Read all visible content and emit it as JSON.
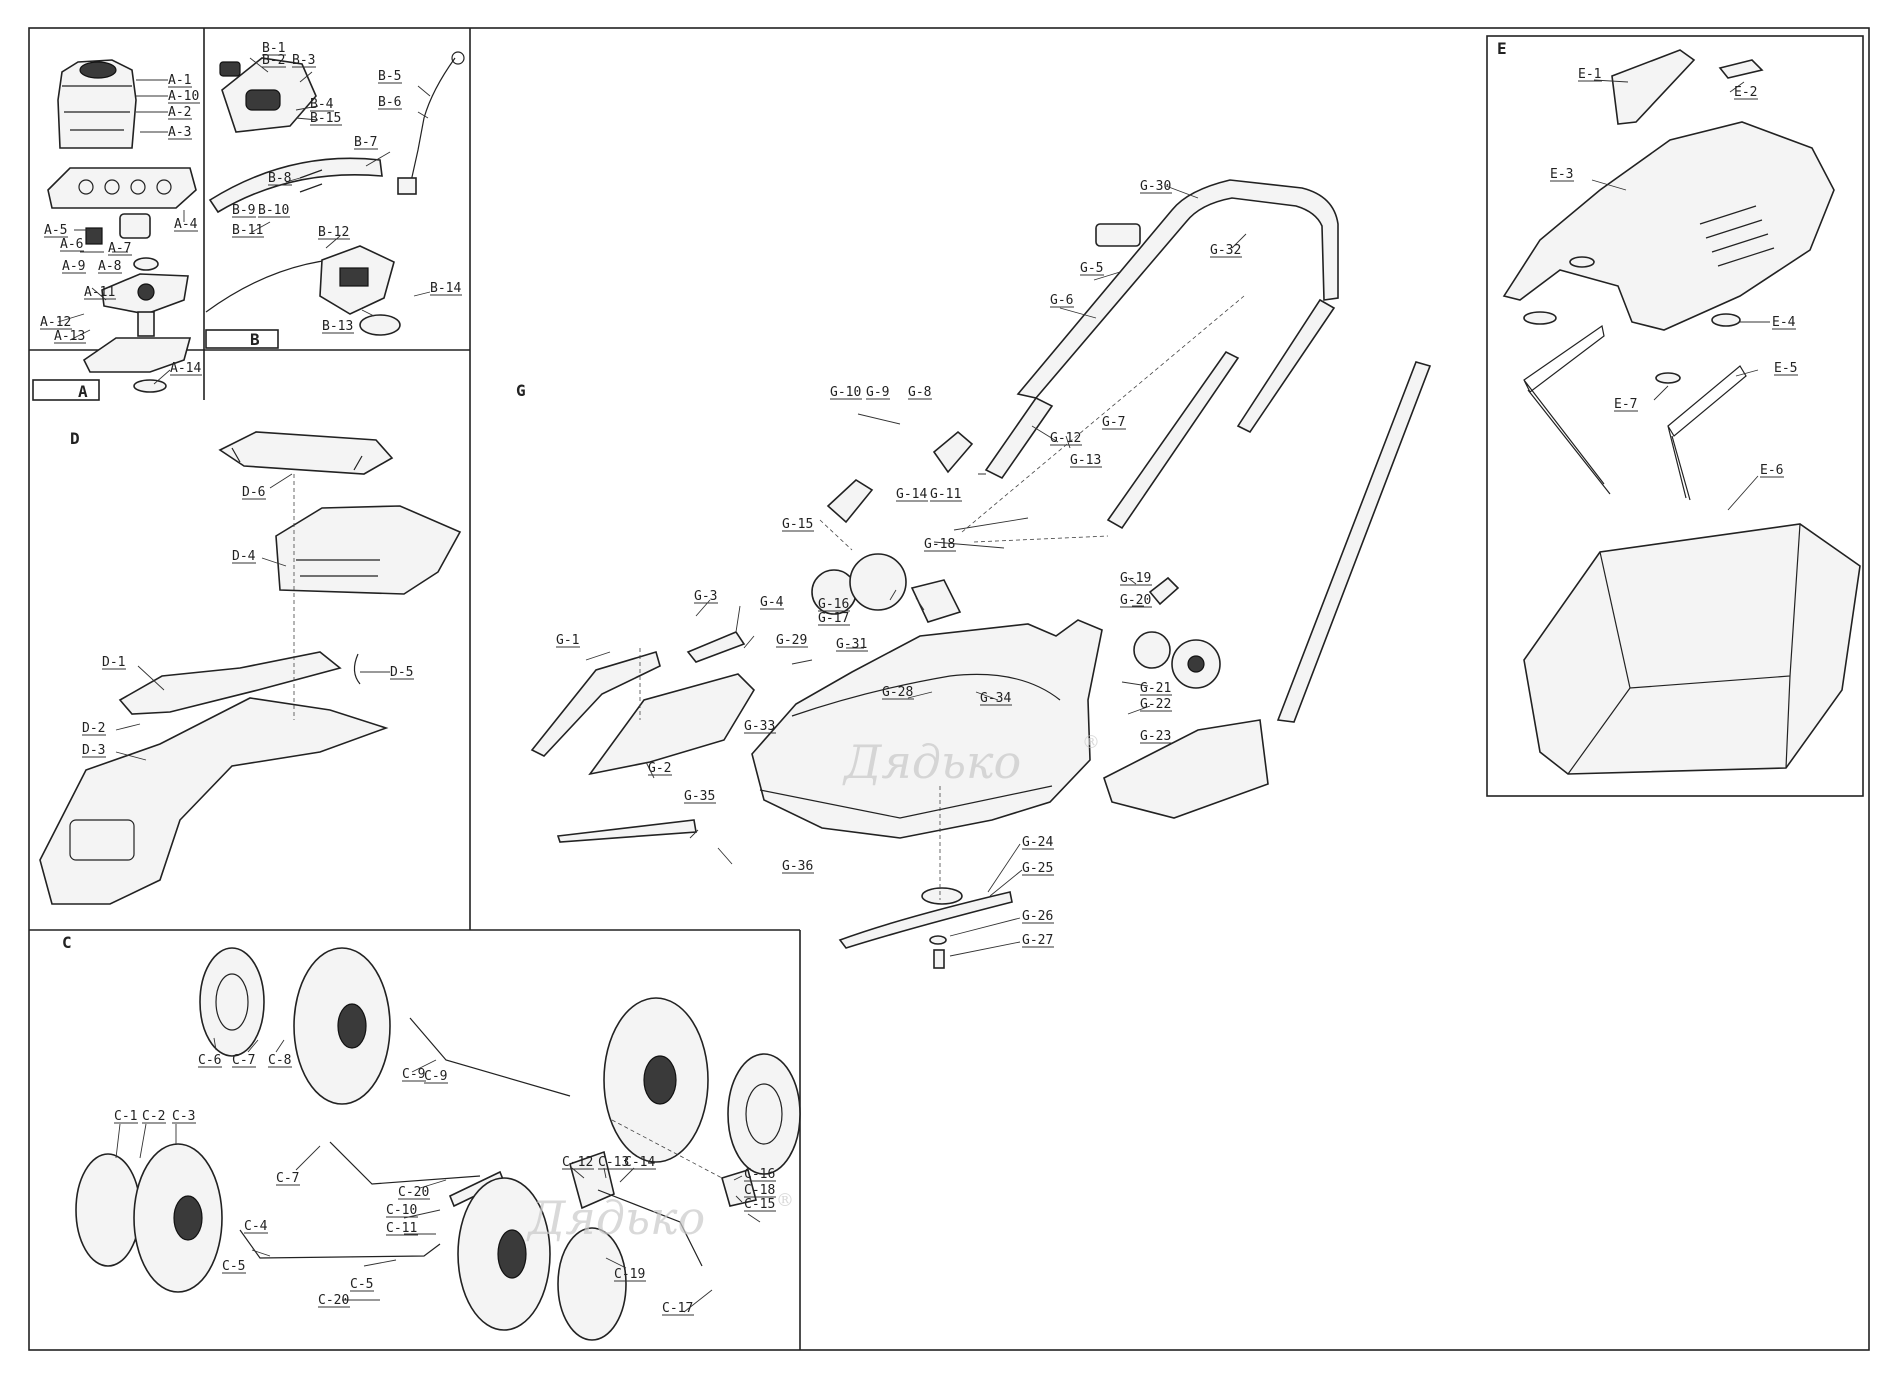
{
  "sections": {
    "A": "A",
    "B": "B",
    "C": "C",
    "D": "D",
    "E": "E",
    "G": "G"
  },
  "watermark": {
    "text": "Дядько",
    "mark": "®"
  },
  "labels_A": [
    "A-1",
    "A-10",
    "A-2",
    "A-3",
    "A-4",
    "A-5",
    "A-6",
    "A-7",
    "A-9",
    "A-8",
    "A-11",
    "A-12",
    "A-13",
    "A-14"
  ],
  "labels_B": [
    "B-1",
    "B-2",
    "B-3",
    "B-4",
    "B-15",
    "B-5",
    "B-6",
    "B-7",
    "B-8",
    "B-9",
    "B-10",
    "B-11",
    "B-12",
    "B-13",
    "B-14"
  ],
  "labels_D": [
    "D-6",
    "D-4",
    "D-1",
    "D-5",
    "D-2",
    "D-3"
  ],
  "labels_E": [
    "E-1",
    "E-2",
    "E-3",
    "E-4",
    "E-5",
    "E-7",
    "E-6"
  ],
  "labels_G": [
    "G-30",
    "G-32",
    "G-5",
    "G-6",
    "G-10",
    "G-9",
    "G-8",
    "G-7",
    "G-12",
    "G-13",
    "G-11",
    "G-14",
    "G-15",
    "G-18",
    "G-16",
    "G-17",
    "G-31",
    "G-19",
    "G-20",
    "G-3",
    "G-4",
    "G-1",
    "G-29",
    "G-33",
    "G-28",
    "G-34",
    "G-21",
    "G-22",
    "G-23",
    "G-2",
    "G-35",
    "G-36",
    "G-24",
    "G-25",
    "G-26",
    "G-27"
  ],
  "labels_C": [
    "C-6",
    "C-7",
    "C-8",
    "C-9",
    "C-1",
    "C-2",
    "C-3",
    "C-7",
    "C-20",
    "C-12",
    "C-13",
    "C-14",
    "C-16",
    "C-18",
    "C-15",
    "C-10",
    "C-11",
    "C-4",
    "C-5",
    "C-5",
    "C-20",
    "C-19",
    "C-17",
    "C-9"
  ]
}
